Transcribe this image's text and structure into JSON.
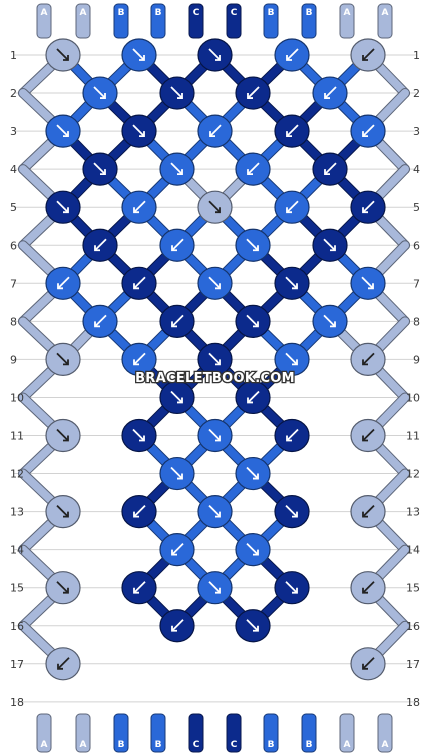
{
  "watermark": "BRACELETBOOK.COM",
  "colors": {
    "A": "#a8b8da",
    "B": "#2a68d8",
    "C": "#0c2a8c",
    "grid": "#d2d2d2",
    "row_text": "#3a3a3a"
  },
  "top_strands": [
    "A",
    "A",
    "B",
    "B",
    "C",
    "C",
    "B",
    "B",
    "A",
    "A"
  ],
  "bottom_strands": [
    "A",
    "A",
    "B",
    "B",
    "C",
    "C",
    "B",
    "B",
    "A",
    "A"
  ],
  "row_labels": [
    "1",
    "2",
    "3",
    "4",
    "5",
    "6",
    "7",
    "8",
    "9",
    "10",
    "11",
    "12",
    "13",
    "14",
    "15",
    "16",
    "17",
    "18"
  ],
  "knot_rows": [
    [
      {
        "c": "A",
        "d": "fb"
      },
      {
        "c": "B",
        "d": "f"
      },
      {
        "c": "C",
        "d": "fb"
      },
      {
        "c": "B",
        "d": "b"
      },
      {
        "c": "A",
        "d": "bf"
      }
    ],
    [
      {
        "c": "B",
        "d": "f"
      },
      {
        "c": "C",
        "d": "f"
      },
      {
        "c": "C",
        "d": "b"
      },
      {
        "c": "B",
        "d": "b"
      }
    ],
    [
      {
        "c": "B",
        "d": "f"
      },
      {
        "c": "C",
        "d": "f"
      },
      {
        "c": "B",
        "d": "b"
      },
      {
        "c": "C",
        "d": "b"
      },
      {
        "c": "B",
        "d": "b"
      }
    ],
    [
      {
        "c": "C",
        "d": "f"
      },
      {
        "c": "B",
        "d": "f"
      },
      {
        "c": "B",
        "d": "b"
      },
      {
        "c": "C",
        "d": "b"
      }
    ],
    [
      {
        "c": "C",
        "d": "f"
      },
      {
        "c": "B",
        "d": "b"
      },
      {
        "c": "A",
        "d": "f"
      },
      {
        "c": "B",
        "d": "b"
      },
      {
        "c": "C",
        "d": "b"
      }
    ],
    [
      {
        "c": "C",
        "d": "b"
      },
      {
        "c": "B",
        "d": "b"
      },
      {
        "c": "B",
        "d": "f"
      },
      {
        "c": "C",
        "d": "f"
      }
    ],
    [
      {
        "c": "B",
        "d": "b"
      },
      {
        "c": "C",
        "d": "b"
      },
      {
        "c": "B",
        "d": "f"
      },
      {
        "c": "C",
        "d": "f"
      },
      {
        "c": "B",
        "d": "f"
      }
    ],
    [
      {
        "c": "B",
        "d": "b"
      },
      {
        "c": "C",
        "d": "b"
      },
      {
        "c": "C",
        "d": "f"
      },
      {
        "c": "B",
        "d": "f"
      }
    ],
    [
      {
        "c": "A",
        "d": "fb"
      },
      {
        "c": "B",
        "d": "b"
      },
      {
        "c": "C",
        "d": "f"
      },
      {
        "c": "B",
        "d": "f"
      },
      {
        "c": "A",
        "d": "bf"
      }
    ],
    [
      {
        "c": "C",
        "d": "f"
      },
      {
        "c": "C",
        "d": "b"
      }
    ],
    [
      {
        "c": "A",
        "d": "fb"
      },
      {
        "c": "C",
        "d": "f"
      },
      {
        "c": "B",
        "d": "f"
      },
      {
        "c": "C",
        "d": "b"
      },
      {
        "c": "A",
        "d": "bf"
      }
    ],
    [
      {
        "c": "B",
        "d": "f"
      },
      {
        "c": "B",
        "d": "f"
      }
    ],
    [
      {
        "c": "A",
        "d": "fb"
      },
      {
        "c": "C",
        "d": "b"
      },
      {
        "c": "B",
        "d": "f"
      },
      {
        "c": "C",
        "d": "f"
      },
      {
        "c": "A",
        "d": "bf"
      }
    ],
    [
      {
        "c": "B",
        "d": "b"
      },
      {
        "c": "B",
        "d": "f"
      }
    ],
    [
      {
        "c": "A",
        "d": "fb"
      },
      {
        "c": "C",
        "d": "b"
      },
      {
        "c": "B",
        "d": "f"
      },
      {
        "c": "C",
        "d": "f"
      },
      {
        "c": "A",
        "d": "bf"
      }
    ],
    [
      {
        "c": "C",
        "d": "b"
      },
      {
        "c": "C",
        "d": "f"
      }
    ],
    [
      {
        "c": "A",
        "d": "bf"
      },
      {
        "c": "A",
        "d": "bf"
      }
    ],
    []
  ]
}
